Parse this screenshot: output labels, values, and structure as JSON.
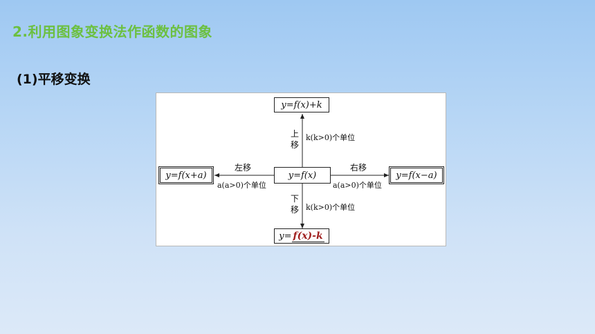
{
  "heading": "2.利用图象变换法作函数的图象",
  "subheading": "(1)平移变换",
  "diagram": {
    "center": "y=f(x)",
    "top": "y=f(x)+k",
    "left": "y=f(x+a)",
    "right": "y=f(x−a)",
    "bottom_prefix": "y=",
    "bottom_answer": "f(x)-k",
    "up_label_1": "上",
    "up_label_2": "移",
    "up_condition": "k(k>0)个单位",
    "down_label_1": "下",
    "down_label_2": "移",
    "down_condition": "k(k>0)个单位",
    "left_label": "左移",
    "left_condition": "a(a>0)个单位",
    "right_label": "右移",
    "right_condition": "a(a>0)个单位",
    "answer_color": "#a02020"
  }
}
